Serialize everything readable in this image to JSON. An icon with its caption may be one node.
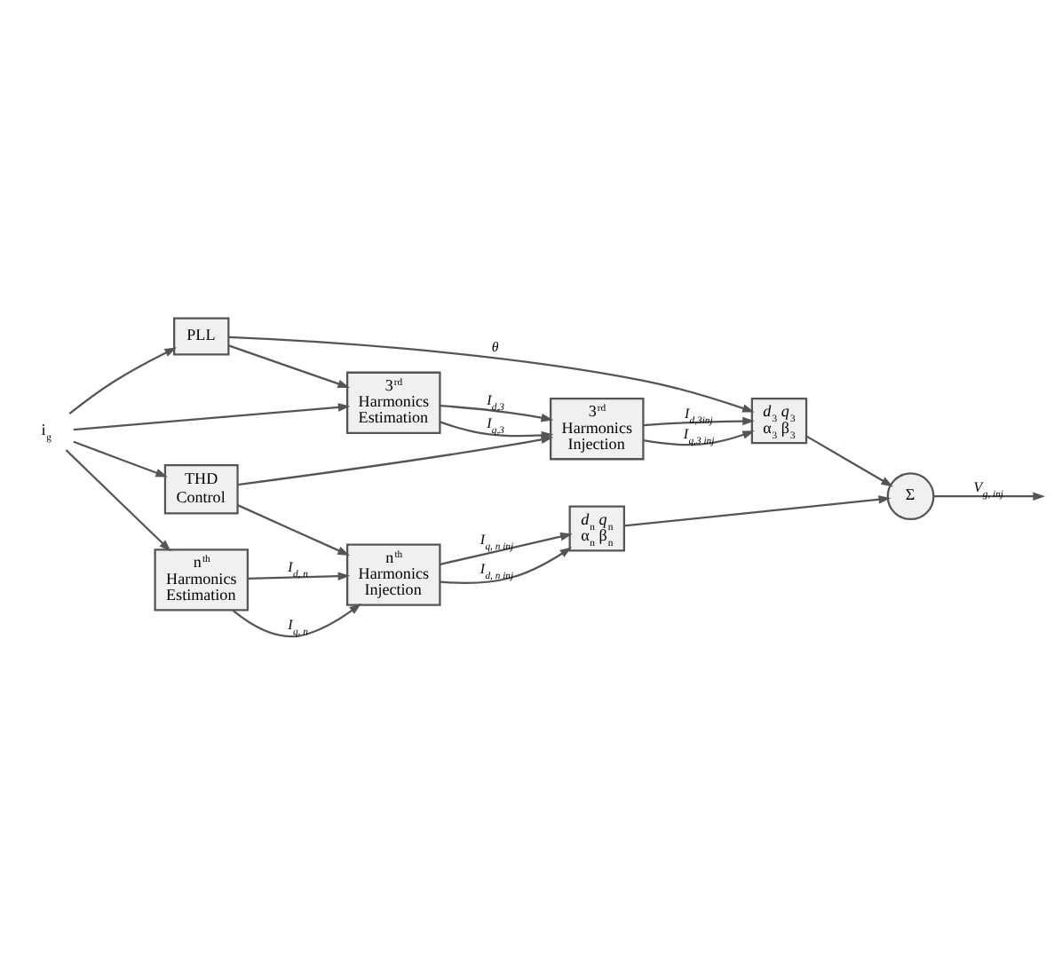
{
  "diagram": {
    "nodes": [
      {
        "text": [
          "i$_{g}$"
        ]
      },
      {
        "text": [
          "PLL"
        ]
      },
      {
        "text": [
          "3$^{rd}$ Harmonics Estimation"
        ]
      },
      {
        "text": [
          "3$^{rd}$ Harmonics Injection"
        ]
      },
      {
        "text": [
          "*d*$_{3}$ *q*$_{3}$",
          "α$_{3}$ β$_{3}$"
        ]
      },
      {
        "text": [
          "THD Control"
        ]
      },
      {
        "text": [
          "Σ"
        ]
      },
      {
        "text": [
          "n$^{th}$ Harmonics Estimation"
        ]
      },
      {
        "text": [
          "n$^{th}$ Harmonics Injection"
        ]
      },
      {
        "text": [
          "*d*$_{n}$ *q*$_{n}$",
          "α$_{n}$ β$_{n}$"
        ]
      }
    ],
    "edges": [
      {
        "from": 0,
        "to": 1,
        "arrow": "to"
      },
      {
        "from": 1,
        "to": 2,
        "arrow": "to"
      },
      {
        "from": 1,
        "to": 4,
        "arrow": "to",
        "label": "θ"
      },
      {
        "from": 0,
        "to": 2,
        "arrow": "to"
      },
      {
        "from": 2,
        "to": 3,
        "arrow": "to",
        "label": "*I*$_{q,3}$"
      },
      {
        "from": 2,
        "to": 3,
        "arrow": "to",
        "label": "*I*$_{d,3}$"
      },
      {
        "from": 3,
        "to": 4,
        "arrow": "to",
        "label": "*I*$_{q,3 inj}$"
      },
      {
        "from": 3,
        "to": 4,
        "arrow": "to",
        "label": "*I*$_{d,3inj}$"
      },
      {
        "from": 0,
        "to": 5,
        "arrow": "to"
      },
      {
        "from": 5,
        "to": 3,
        "arrow": "to"
      },
      {
        "from": 5,
        "to": 8,
        "arrow": "to"
      },
      {
        "from": 4,
        "to": 6,
        "arrow": "to"
      },
      {
        "from": 6,
        "to": null,
        "arrow": "to",
        "label": "*V*$_{g, inj}$"
      },
      {
        "from": 0,
        "to": 7,
        "arrow": "to"
      },
      {
        "from": 7,
        "to": 8,
        "arrow": "to",
        "label": "*I*$_{q, n}$"
      },
      {
        "from": 7,
        "to": 8,
        "arrow": "to",
        "label": "*I*$_{d, n}$"
      },
      {
        "from": 8,
        "to": 9,
        "arrow": "to",
        "label": "*I*$_{q, n inj}$"
      },
      {
        "from": 8,
        "to": 9,
        "arrow": "to",
        "label": "*I*$_{d, n inj}$"
      },
      {
        "from": 9,
        "to": 6,
        "arrow": "to"
      }
    ]
  }
}
